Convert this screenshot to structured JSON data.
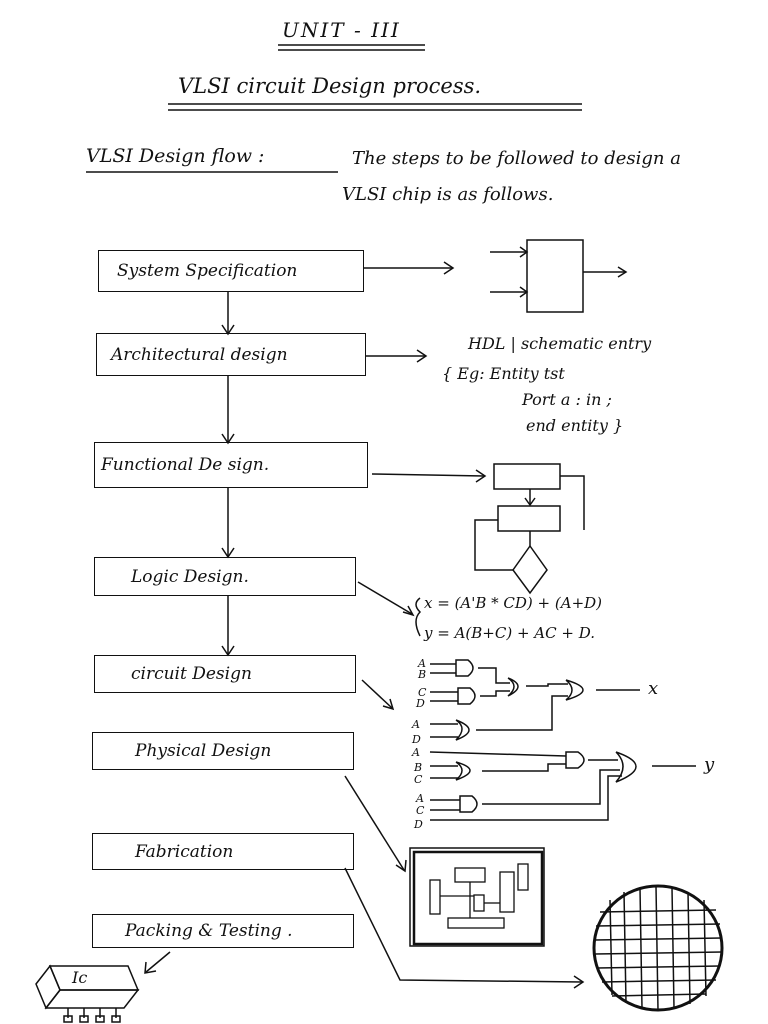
{
  "header": {
    "unit": "UNIT - III",
    "title": "VLSI circuit Design process."
  },
  "intro": {
    "label": "VLSI Design flow :",
    "line1": "The steps to be followed to design a",
    "line2": "VLSI chip is as follows."
  },
  "flow_steps": [
    {
      "label": "System Specification"
    },
    {
      "label": "Architectural design"
    },
    {
      "label": "Functional De sign."
    },
    {
      "label": "Logic Design."
    },
    {
      "label": "circuit Design"
    },
    {
      "label": "Physical Design"
    },
    {
      "label": "Fabrication"
    },
    {
      "label": "Packing & Testing ."
    }
  ],
  "annotations": {
    "hdl_line1": "HDL | schematic entry",
    "hdl_line2": "{ Eg: Entity tst",
    "hdl_line3": "Port a : in ;",
    "hdl_line4": "end entity }",
    "eq_x": "x = (A'B * CD) + (A+D)",
    "eq_y": "y = A(B+C) + AC + D.",
    "gate_inputs": [
      "A",
      "B",
      "C",
      "D",
      "A",
      "D",
      "A",
      "B",
      "C",
      "A",
      "C",
      "D"
    ],
    "output_x": "x",
    "output_y": "y",
    "ic_label": "Ic"
  }
}
